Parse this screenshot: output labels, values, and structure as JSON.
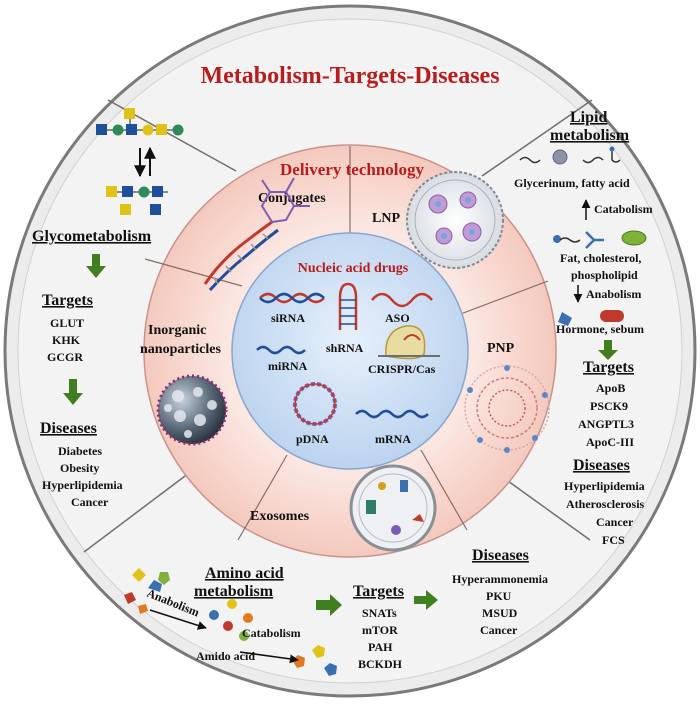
{
  "title": "Metabolism-Targets-Diseases",
  "delivery": {
    "title": "Delivery technology",
    "conjugates": "Conjugates",
    "lnp": "LNP",
    "pnp": "PNP",
    "exosomes": "Exosomes",
    "inorganic_1": "Inorganic",
    "inorganic_2": "nanoparticles"
  },
  "nucleic": {
    "title": "Nucleic acid drugs",
    "sirna": "siRNA",
    "shrna": "shRNA",
    "aso": "ASO",
    "mirna": "miRNA",
    "crispr": "CRISPR/Cas",
    "pdna": "pDNA",
    "mrna": "mRNA"
  },
  "glyco": {
    "heading": "Glycometabolism",
    "targets_heading": "Targets",
    "targets": [
      "GLUT",
      "KHK",
      "GCGR"
    ],
    "diseases_heading": "Diseases",
    "diseases": [
      "Diabetes",
      "Obesity",
      "Hyperlipidemia",
      "Cancer"
    ]
  },
  "lipid": {
    "heading_1": "Lipid",
    "heading_2": "metabolism",
    "glycerinum": "Glycerinum, fatty acid",
    "catabolism": "Catabolism",
    "fat_1": "Fat, cholesterol,",
    "fat_2": "phospholipid",
    "anabolism": "Anabolism",
    "hormone": "Hormone, sebum",
    "targets_heading": "Targets",
    "targets": [
      "ApoB",
      "PSCK9",
      "ANGPTL3",
      "ApoC-III"
    ],
    "diseases_heading": "Diseases",
    "diseases": [
      "Hyperlipidemia",
      "Atherosclerosis",
      "Cancer",
      "FCS"
    ]
  },
  "amino": {
    "heading_1": "Amino acid",
    "heading_2": "metabolism",
    "anabolism": "Anabolism",
    "catabolism": "Catabolism",
    "amido": "Amido acid",
    "targets_heading": "Targets",
    "targets": [
      "SNATs",
      "mTOR",
      "PAH",
      "BCKDH"
    ],
    "diseases_heading": "Diseases",
    "diseases": [
      "Hyperammonemia",
      "PKU",
      "MSUD",
      "Cancer"
    ]
  },
  "colors": {
    "outer_ring": "#e9e9e9",
    "outer_stroke": "#7a7a7a",
    "delivery_ring": "#f7d7cf",
    "nucleic_core": "#cfe0f4",
    "title_red": "#b81d1d",
    "arrow_green": "#3f7f20"
  }
}
